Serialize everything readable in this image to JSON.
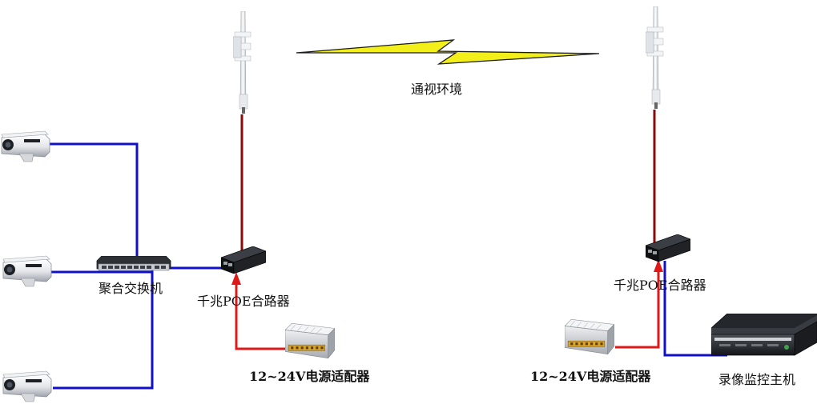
{
  "labels": {
    "los": "通视环境",
    "switch": "聚合交换机",
    "poe_left": "千兆POE合路器",
    "poe_right": "千兆POE合路器",
    "power_left": "12~24V电源适配器",
    "power_right": "12~24V电源适配器",
    "nvr": "录像监控主机"
  },
  "colors": {
    "ethernet": "#1010c8",
    "antenna_feed": "#8b0a0a",
    "power_line": "#e01818",
    "wireless_bolt": "#f2ef1a"
  },
  "icons": {
    "camera": "bullet-camera-icon",
    "antenna": "wireless-bridge-antenna-icon",
    "switch": "network-switch-icon",
    "poe": "poe-injector-icon",
    "power": "power-supply-icon",
    "nvr": "nvr-recorder-icon",
    "wireless": "lightning-bolt-icon"
  }
}
